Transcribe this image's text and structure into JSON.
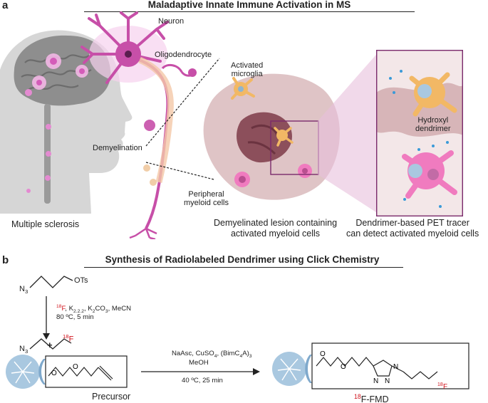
{
  "panel_a": {
    "letter": "a",
    "title": "Maladaptive Innate Immune Activation in MS",
    "labels": {
      "neuron": "Neuron",
      "oligodendrocyte": "Oligodendrocyte",
      "activated_microglia": "Activated\nmicroglia",
      "demyelination": "Demyelination",
      "peripheral_myeloid": "Peripheral\nmyeloid cells",
      "hydroxyl_dendrimer": "Hydroxyl\ndendrimer"
    },
    "captions": {
      "ms": "Multiple sclerosis",
      "lesion": "Demyelinated lesion containing\nactivated myeloid cells",
      "tracer": "Dendrimer-based PET tracer\ncan detect activated myeloid cells"
    }
  },
  "panel_b": {
    "letter": "b",
    "title": "Synthesis of Radiolabeled Dendrimer using Click Chemistry",
    "start_n3": "N",
    "start_n3_sub": "3",
    "start_ots": "OTs",
    "step1_isotope": "18",
    "step1_f": "F",
    "step1_reagents": ", K",
    "step1_k_sub": "2.2.2",
    "step1_k2co3": ", K",
    "step1_k2co3_sub": "2",
    "step1_co3": "CO",
    "step1_co3_sub": "3",
    "step1_mecn": ", MeCN",
    "step1_conditions": "80 ºC, 5 min",
    "product_n3": "N",
    "product_n3_sub": "3",
    "product_iso": "18",
    "product_f": "F",
    "plus": "+",
    "step2_line1_a": "NaAsc, CuSO",
    "step2_line1_sub1": "4",
    "step2_line1_b": ", (BimC",
    "step2_line1_sub2": "4",
    "step2_line1_c": "A)",
    "step2_line1_sub3": "3",
    "step2_line2": "MeOH",
    "step2_conditions": "40 ºC, 25 min",
    "precursor_label": "Precursor",
    "fmd_iso": "18",
    "fmd_label": "F-FMD",
    "chem_O": "O",
    "chem_N": "N",
    "chem_F": "F",
    "chem_18": "18"
  },
  "colors": {
    "neuron": "#c74fa8",
    "neuron_glow": "#f0b8e2",
    "lesion": "#8c4f5b",
    "lesion_light": "#d7b5b8",
    "microglia": "#f2b865",
    "macrophage": "#f07bbf",
    "dendrimer": "#a9c8e0",
    "frame": "#7a2a6b",
    "red": "#d0121b"
  }
}
